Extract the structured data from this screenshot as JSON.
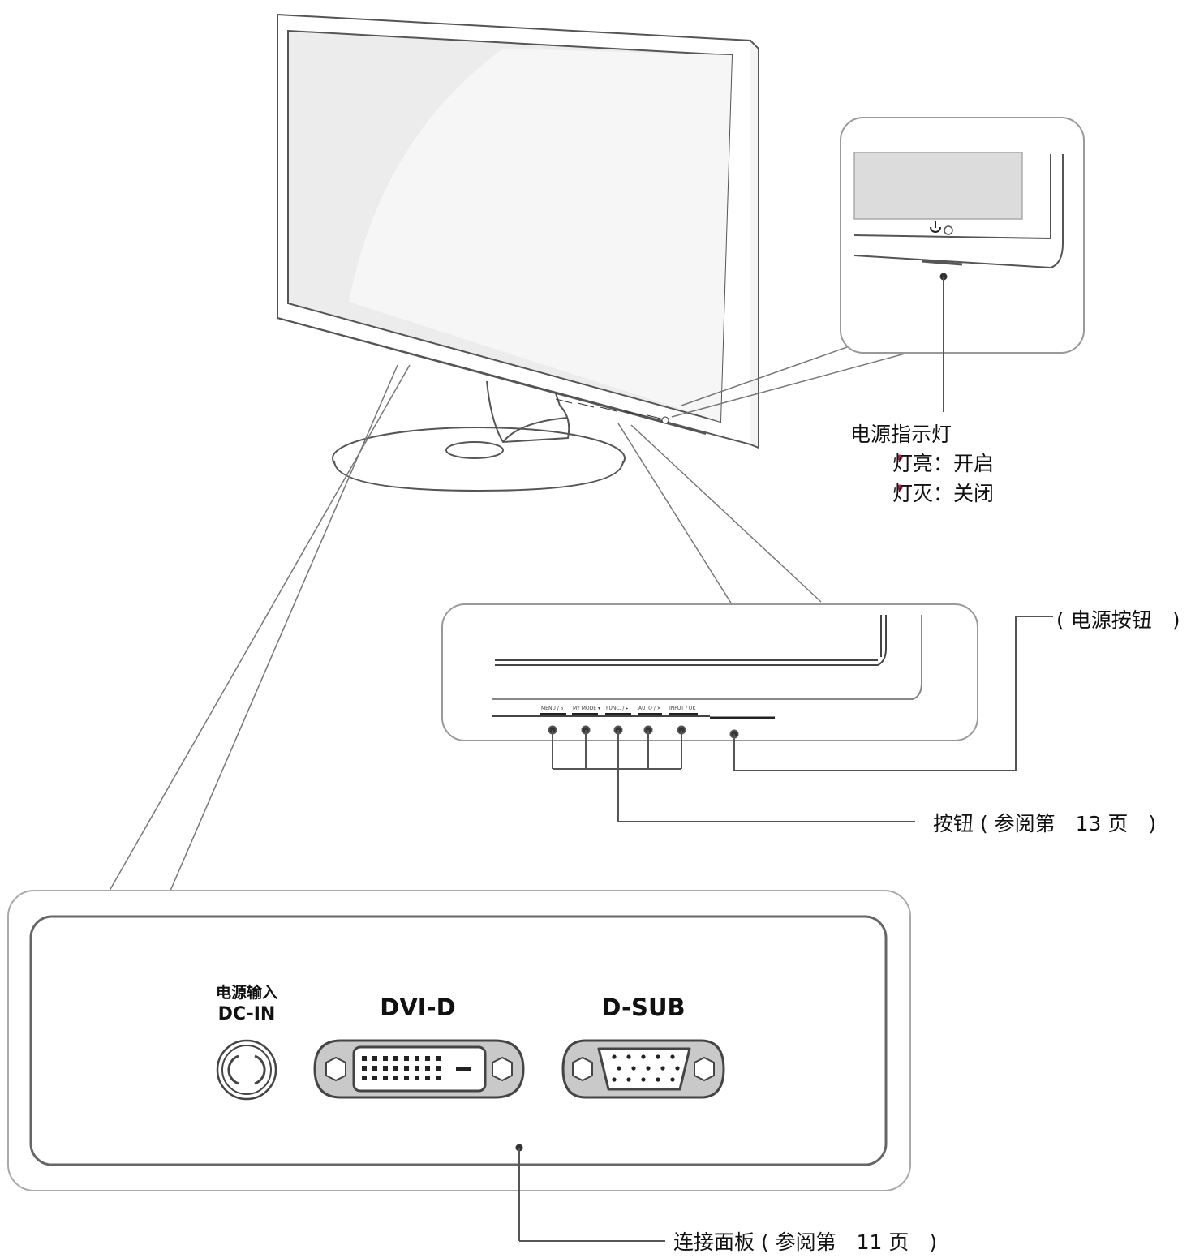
{
  "labels": {
    "power_indicator_title": "电源指示灯",
    "light_on": "灯亮：开启",
    "light_off": "灯灭：关闭",
    "power_button": "( 电源按钮　)",
    "buttons_ref": "按钮 ( 参阅第　13 页　)",
    "panel_ref": "连接面板 ( 参阅第　11 页　)"
  },
  "ports": {
    "dc_in_cn": "电源输入",
    "dc_in": "DC-IN",
    "dvi": "DVI-D",
    "dsub": "D-SUB"
  },
  "bezel_buttons": [
    "MENU / 5",
    "MY MODE ▾",
    "FUNC. / ▸",
    "AUTO / ✕",
    "INPUT / OK"
  ],
  "colors": {
    "line": "#555555",
    "panel_border": "#8a8a8a",
    "connector_fill": "#c9c9c9",
    "bullet": "#c2185b"
  }
}
